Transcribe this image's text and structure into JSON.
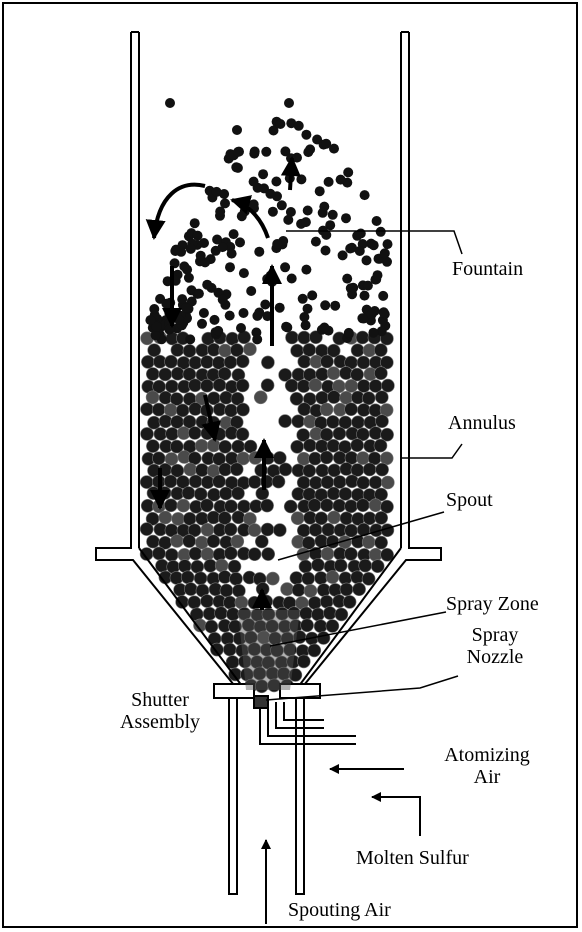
{
  "labels": {
    "fountain": "Fountain",
    "annulus": "Annulus",
    "spout": "Spout",
    "spray_zone": "Spray Zone",
    "spray_nozzle_1": "Spray",
    "spray_nozzle_2": "Nozzle",
    "shutter_1": "Shutter",
    "shutter_2": "Assembly",
    "atomizing_1": "Atomizing",
    "atomizing_2": "Air",
    "molten_sulfur": "Molten Sulfur",
    "spouting_air": "Spouting Air"
  }
}
